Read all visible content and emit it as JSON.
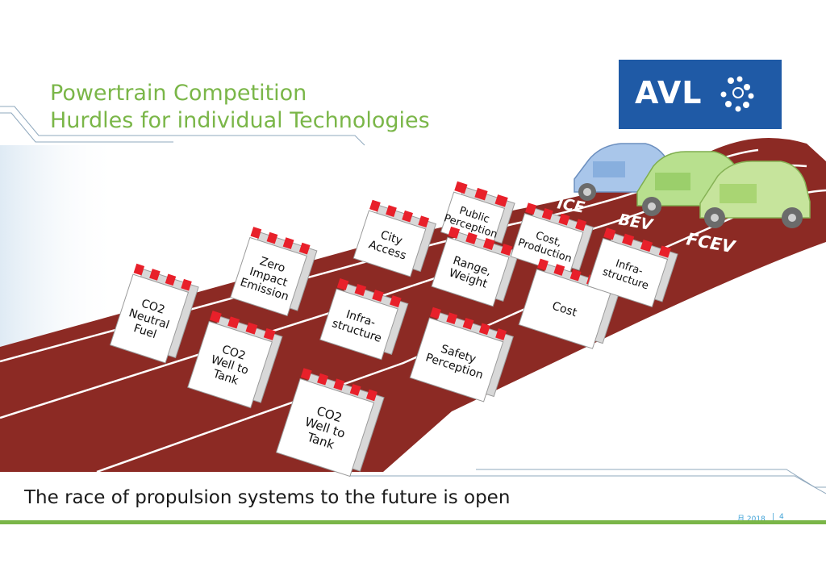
{
  "title": {
    "line1": "Powertrain Competition",
    "line2": "Hurdles for individual Technologies"
  },
  "logo": {
    "text": "AVL"
  },
  "lanes": [
    {
      "label": "ICE"
    },
    {
      "label": "BEV"
    },
    {
      "label": "FCEV"
    }
  ],
  "hurdles": [
    {
      "id": "co2-neutral-fuel",
      "lines": [
        "CO2",
        "Neutral",
        "Fuel"
      ]
    },
    {
      "id": "zero-impact-emission",
      "lines": [
        "Zero",
        "Impact",
        "Emission"
      ]
    },
    {
      "id": "city-access",
      "lines": [
        "City",
        "Access"
      ]
    },
    {
      "id": "public-perception",
      "lines": [
        "Public",
        "Perception"
      ]
    },
    {
      "id": "co2-well-to-tank-1",
      "lines": [
        "CO2",
        "Well to",
        "Tank"
      ]
    },
    {
      "id": "infrastructure-1",
      "lines": [
        "Infra-",
        "structure"
      ]
    },
    {
      "id": "range-weight",
      "lines": [
        "Range,",
        "Weight"
      ]
    },
    {
      "id": "cost-production",
      "lines": [
        "Cost,",
        "Production"
      ]
    },
    {
      "id": "co2-well-to-tank-2",
      "lines": [
        "CO2",
        "Well to",
        "Tank"
      ]
    },
    {
      "id": "safety-perception",
      "lines": [
        "Safety",
        "Perception"
      ]
    },
    {
      "id": "cost",
      "lines": [
        "Cost"
      ]
    },
    {
      "id": "infrastructure-2",
      "lines": [
        "Infra-",
        "structure"
      ]
    }
  ],
  "tagline": "The race of propulsion systems to the future is open",
  "footer": {
    "date": "月 2018",
    "separator": "|",
    "page": "4"
  },
  "colors": {
    "track": "#8c2a24",
    "accent_green": "#7ab648",
    "brand_blue": "#1f5aa6",
    "hurdle_red": "#e8202a",
    "ice_car": "#a9c6ea",
    "bev_car": "#b8e08e",
    "fcev_car": "#c6e49c"
  }
}
